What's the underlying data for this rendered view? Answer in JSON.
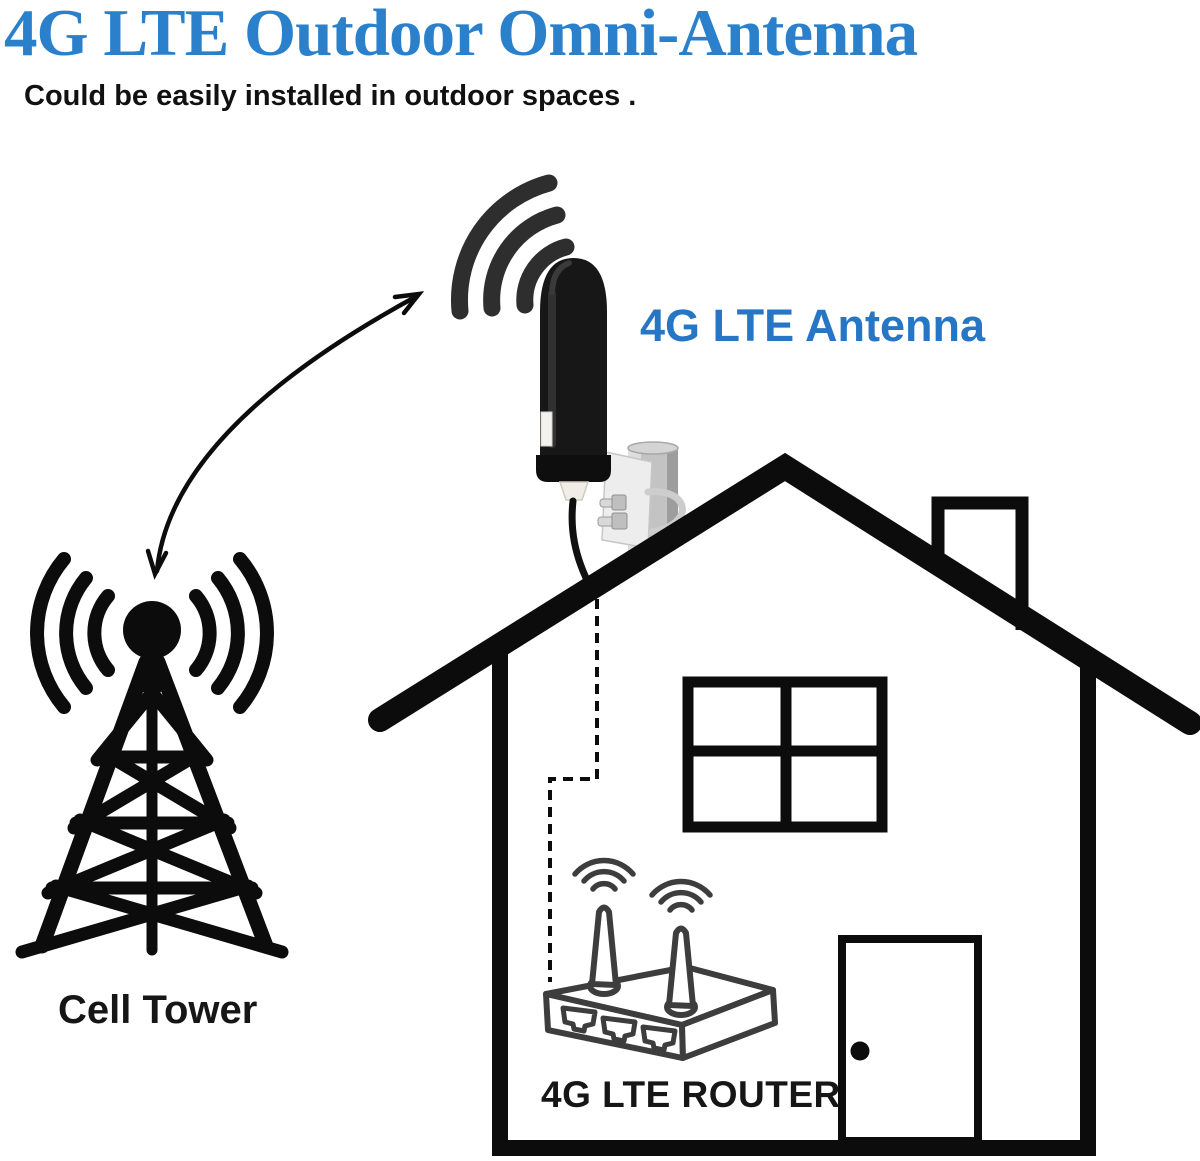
{
  "header": {
    "title": "4G LTE Outdoor Omni-Antenna",
    "subtitle": "Could be easily installed in outdoor spaces ."
  },
  "diagram": {
    "antenna_label": "4G LTE Antenna",
    "tower_label": "Cell Tower",
    "router_label": "4G LTE ROUTER"
  },
  "colors": {
    "title_blue": "#2b80cc",
    "antenna_label_blue": "#2776c6",
    "ink": "#0c0c0c",
    "router_gray": "#3d3d3d",
    "wave_gray": "#2e2e2e"
  }
}
